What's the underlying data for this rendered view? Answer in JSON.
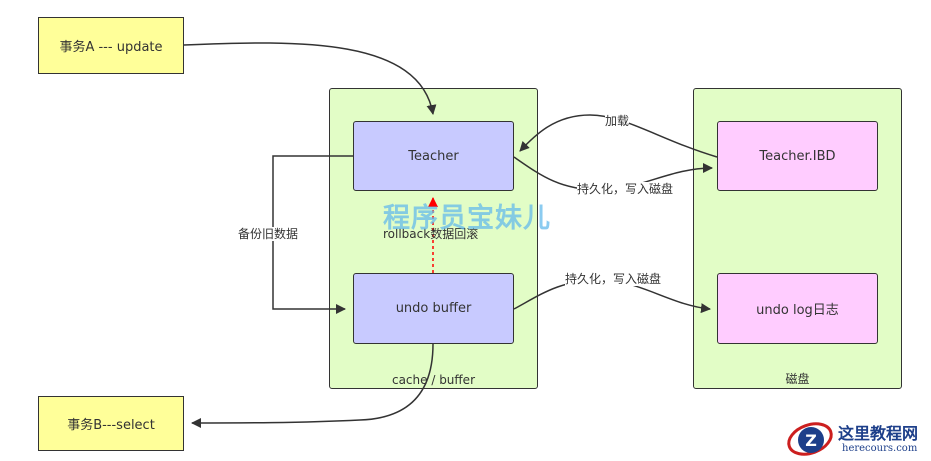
{
  "nodes": {
    "txn_a": "事务A --- update",
    "txn_b": "事务B---select",
    "cache_region": "cache / buffer",
    "teacher": "Teacher",
    "undo_buffer": "undo buffer",
    "disk_region": "磁盘",
    "teacher_ibd": "Teacher.IBD",
    "undo_log": "undo log日志"
  },
  "edge_labels": {
    "backup": "备份旧数据",
    "rollback": "rollback数据回滚",
    "load": "加载",
    "persist_teacher": "持久化，写入磁盘",
    "persist_undo": "持久化，写入磁盘"
  },
  "watermark": "程序员宝妹儿",
  "logo": {
    "icon": "z-logo-icon",
    "title": "这里教程网",
    "subtitle": "herecours.com"
  },
  "colors": {
    "transaction": "#ffff99",
    "region": "#e2fdc6",
    "memory_node": "#c8caff",
    "disk_node": "#ffccff",
    "rollback_arrow": "#ff0000",
    "edge": "#333333"
  }
}
